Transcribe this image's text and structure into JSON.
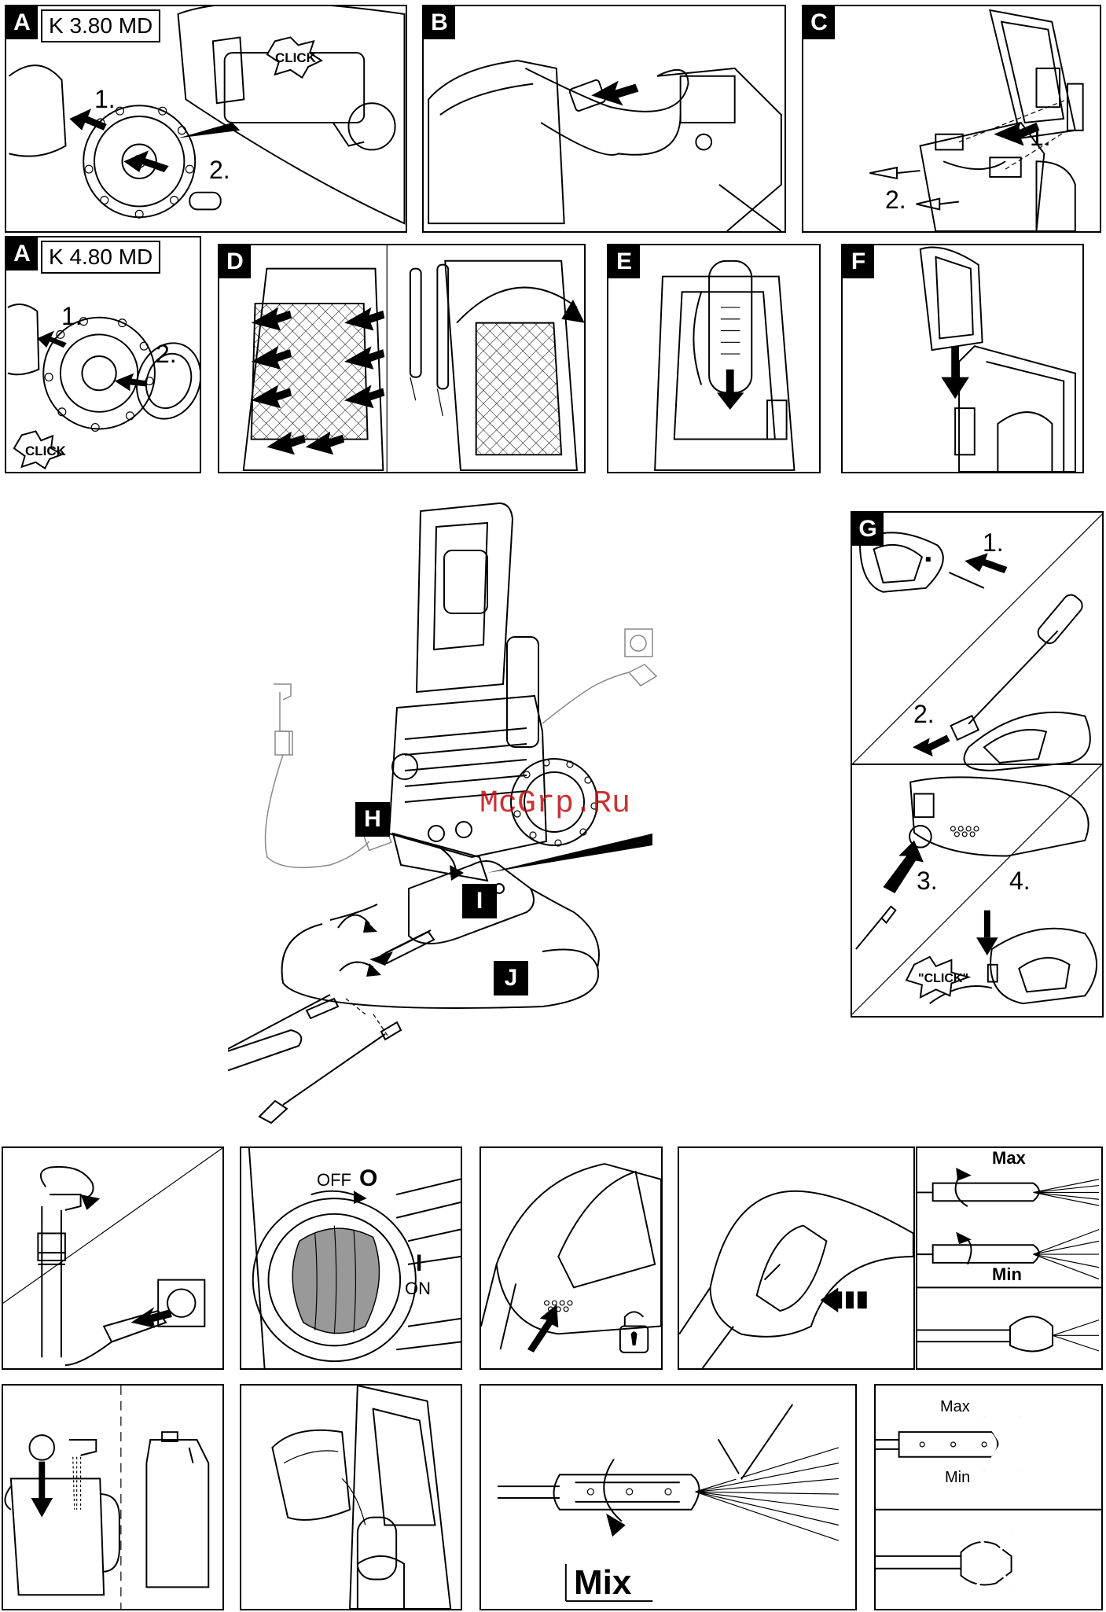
{
  "panels": {
    "a1": {
      "tag": "A",
      "model": "K 3.80 MD",
      "step1": "1.",
      "step2": "2.",
      "click": "CLICK"
    },
    "b": {
      "tag": "B"
    },
    "c": {
      "tag": "C",
      "step1": "1.",
      "step2": "2."
    },
    "a2": {
      "tag": "A",
      "model": "K 4.80 MD",
      "step1": "1.",
      "step2": "2.",
      "click": "CLICK"
    },
    "d": {
      "tag": "D"
    },
    "e": {
      "tag": "E"
    },
    "f": {
      "tag": "F"
    },
    "g": {
      "tag": "G",
      "step1": "1.",
      "step2": "2.",
      "step3": "3.",
      "step4": "4.",
      "click": "\"CLICK\""
    },
    "main": {
      "tag_h": "H",
      "tag_i": "I",
      "tag_j": "J"
    },
    "switch": {
      "off": "OFF",
      "off_symbol": "O",
      "on_symbol": "I",
      "on": "ON"
    },
    "nozzle_adjust": {
      "max": "Max",
      "min": "Min"
    },
    "mix": {
      "label": "Mix"
    },
    "no_adjust": {
      "max": "Max",
      "min": "Min"
    }
  },
  "watermark": "McGrp.Ru"
}
